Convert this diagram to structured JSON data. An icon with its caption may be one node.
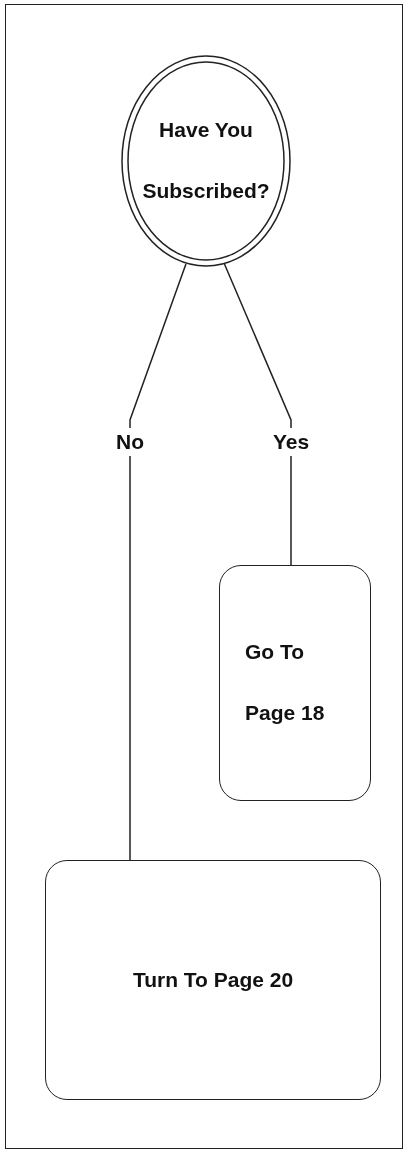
{
  "diagram": {
    "nodes": [
      {
        "text": [
          "Have You Subscribed?"
        ]
      },
      {
        "text": [
          "Go To Page 18"
        ]
      },
      {
        "text": [
          "Turn To Page 20"
        ]
      }
    ],
    "edges": [
      {
        "from": 0,
        "to": 2,
        "arrow": "none",
        "label": "No"
      },
      {
        "from": 0,
        "to": 1,
        "arrow": "none",
        "label": "Yes"
      }
    ]
  }
}
